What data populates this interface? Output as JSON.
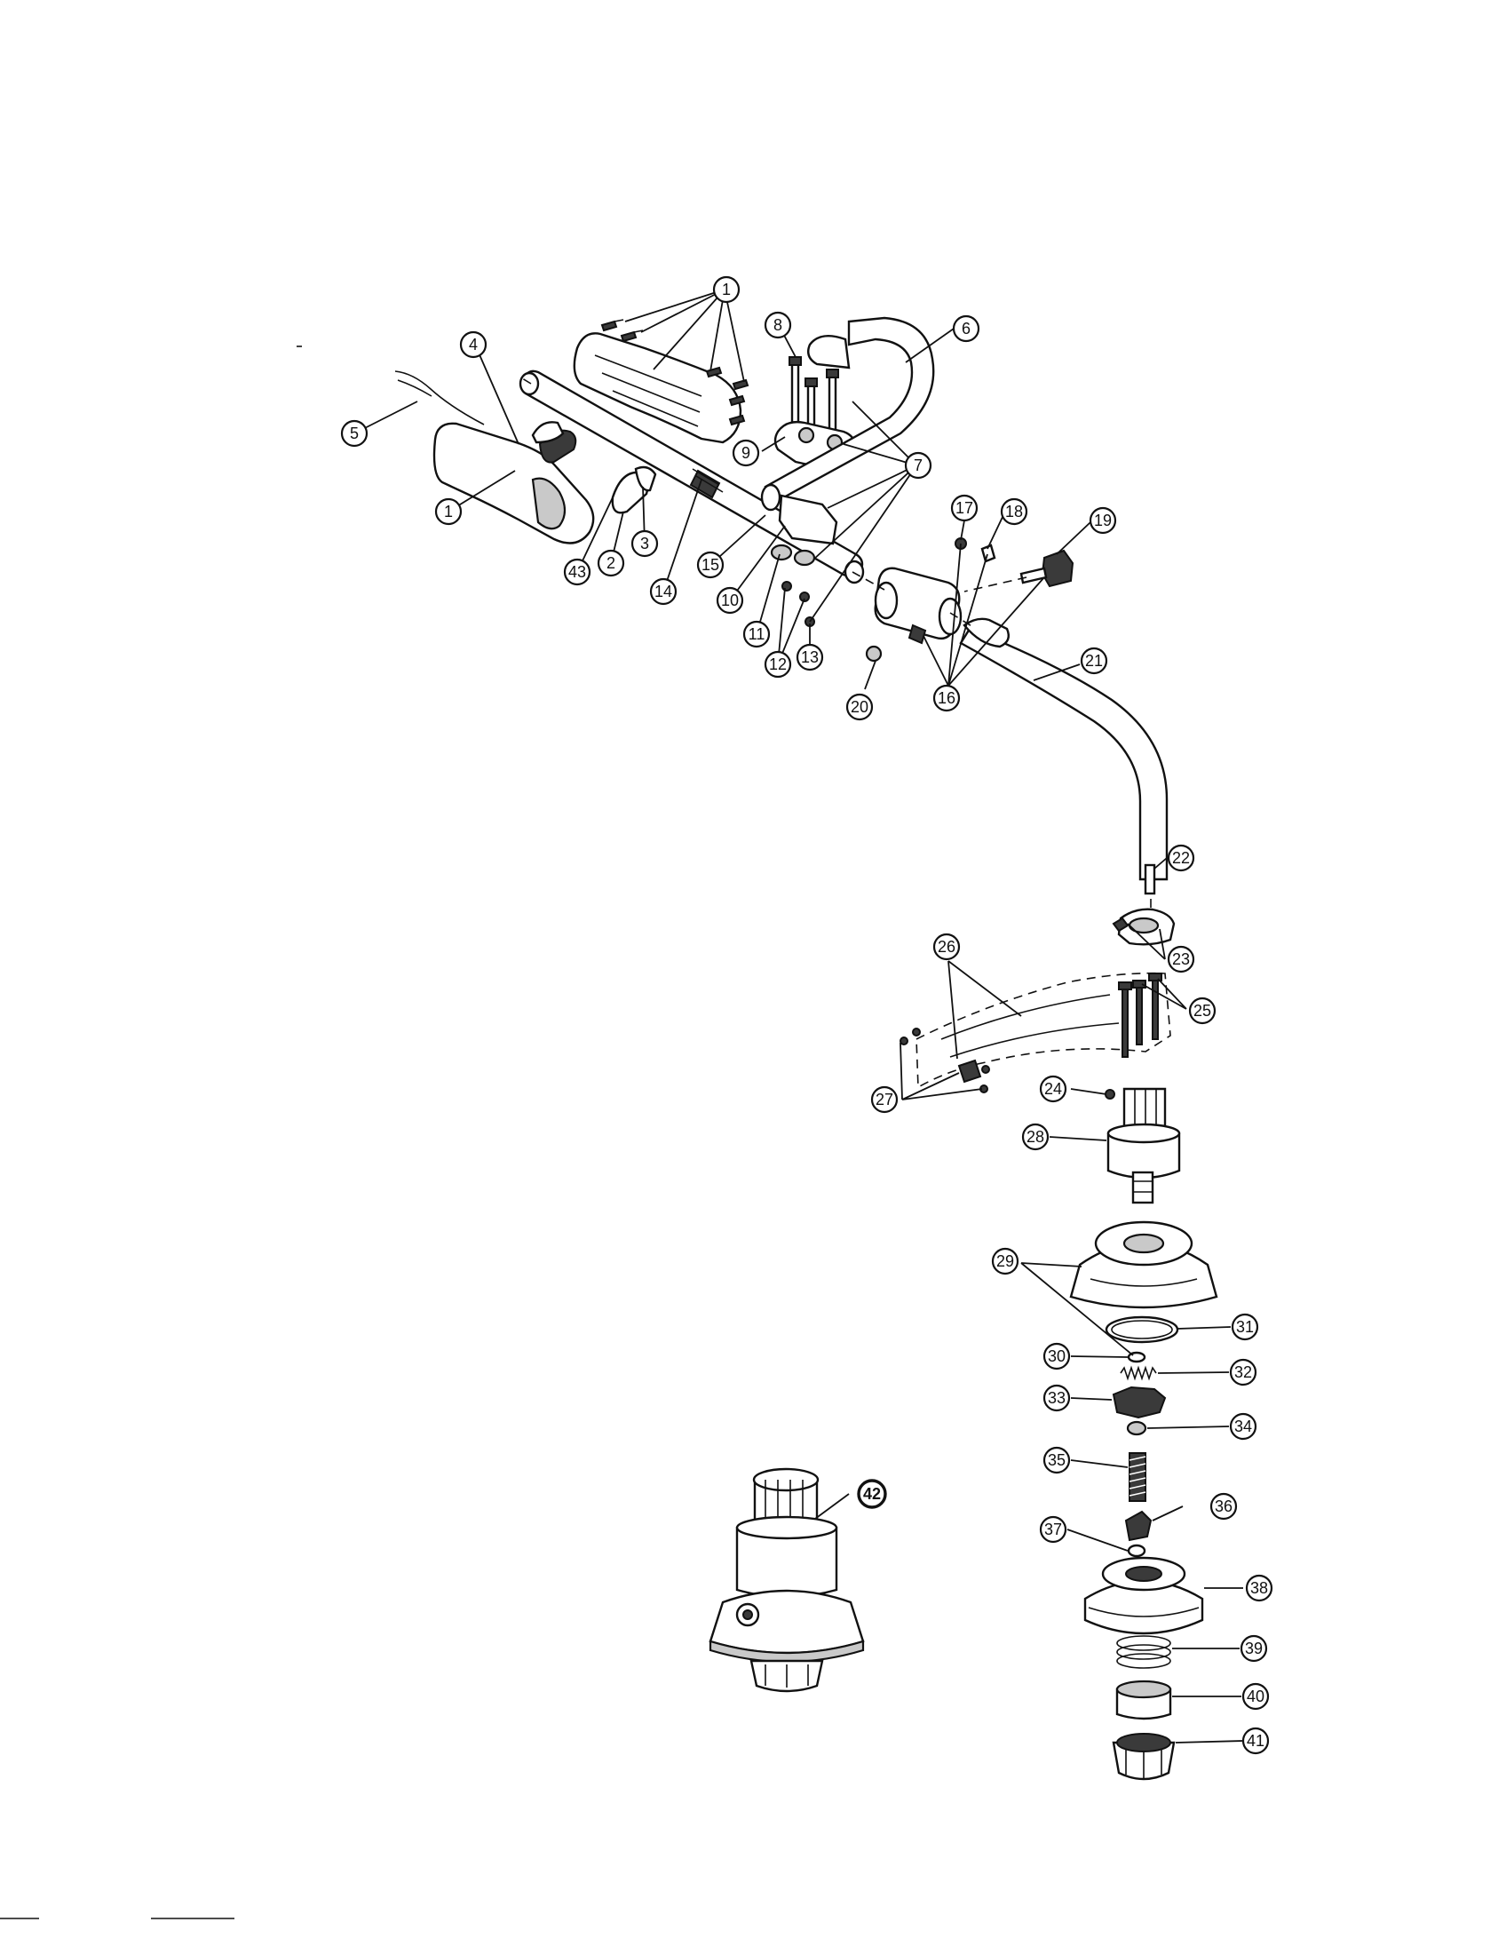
{
  "callouts": {
    "c1a": "1",
    "c1b": "1",
    "c2": "2",
    "c3": "3",
    "c4": "4",
    "c5": "5",
    "c6": "6",
    "c7": "7",
    "c8": "8",
    "c9": "9",
    "c10": "10",
    "c11": "11",
    "c12": "12",
    "c13": "13",
    "c14": "14",
    "c15": "15",
    "c16": "16",
    "c17": "17",
    "c18": "18",
    "c19": "19",
    "c20": "20",
    "c21": "21",
    "c22": "22",
    "c23": "23",
    "c24": "24",
    "c25": "25",
    "c26": "26",
    "c27": "27",
    "c28": "28",
    "c29": "29",
    "c30": "30",
    "c31": "31",
    "c32": "32",
    "c33": "33",
    "c34": "34",
    "c35": "35",
    "c36": "36",
    "c37": "37",
    "c38": "38",
    "c39": "39",
    "c40": "40",
    "c41": "41",
    "c42": "42",
    "c43": "43"
  }
}
